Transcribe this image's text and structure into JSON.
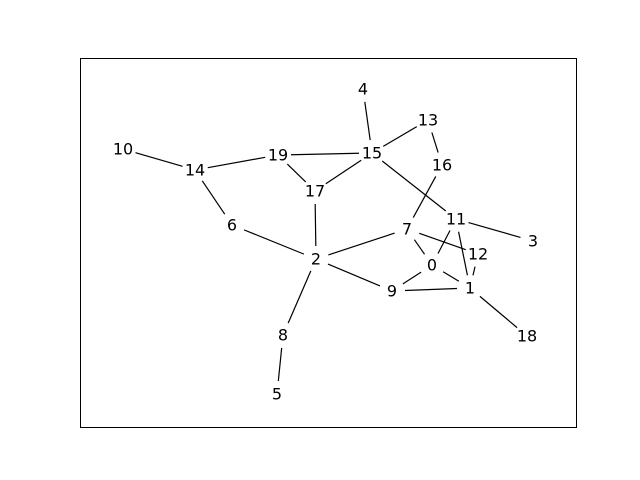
{
  "graph": {
    "nodes": [
      "0",
      "1",
      "2",
      "3",
      "4",
      "5",
      "6",
      "7",
      "8",
      "9",
      "10",
      "11",
      "12",
      "13",
      "14",
      "15",
      "16",
      "17",
      "18",
      "19"
    ],
    "edges": [
      [
        "10",
        "14"
      ],
      [
        "14",
        "19"
      ],
      [
        "14",
        "6"
      ],
      [
        "6",
        "2"
      ],
      [
        "19",
        "15"
      ],
      [
        "19",
        "17"
      ],
      [
        "17",
        "15"
      ],
      [
        "17",
        "2"
      ],
      [
        "4",
        "15"
      ],
      [
        "15",
        "13"
      ],
      [
        "13",
        "16"
      ],
      [
        "15",
        "11"
      ],
      [
        "16",
        "7"
      ],
      [
        "7",
        "2"
      ],
      [
        "7",
        "0"
      ],
      [
        "7",
        "12"
      ],
      [
        "2",
        "9"
      ],
      [
        "2",
        "8"
      ],
      [
        "8",
        "5"
      ],
      [
        "9",
        "0"
      ],
      [
        "9",
        "1"
      ],
      [
        "0",
        "1"
      ],
      [
        "0",
        "11"
      ],
      [
        "11",
        "3"
      ],
      [
        "11",
        "1"
      ],
      [
        "12",
        "1"
      ],
      [
        "1",
        "18"
      ]
    ],
    "colors": {
      "line": "#000000",
      "text": "#000000",
      "background": "#ffffff"
    }
  }
}
